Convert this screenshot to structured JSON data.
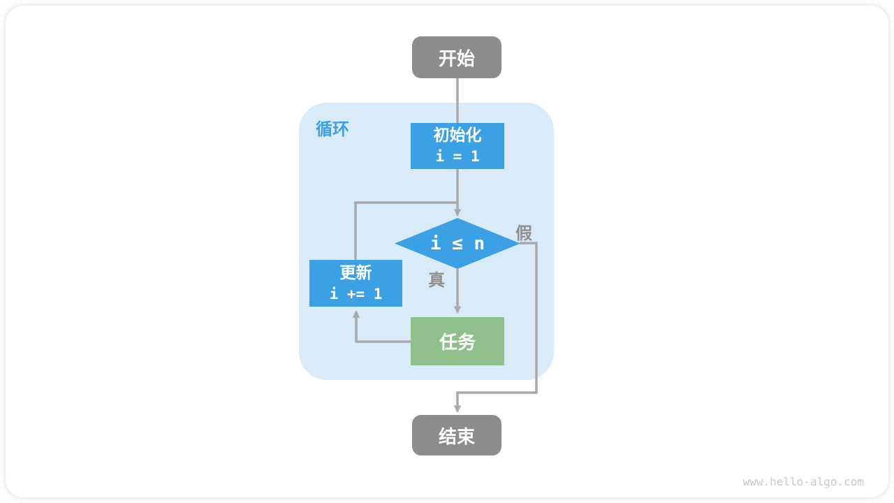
{
  "diagram": {
    "title_region": {
      "label": "循环"
    },
    "nodes": {
      "start": {
        "label": "开始"
      },
      "init": {
        "title": "初始化",
        "code": "i = 1"
      },
      "condition": {
        "code": "i ≤ n"
      },
      "update": {
        "title": "更新",
        "code": "i += 1"
      },
      "task": {
        "label": "任务"
      },
      "end": {
        "label": "结束"
      }
    },
    "branches": {
      "true_label": "真",
      "false_label": "假"
    },
    "colors": {
      "node_gray": "#8C8C8C",
      "node_blue": "#3CA1E4",
      "node_green": "#8FBF8B",
      "region_bg": "#D9EAF8",
      "connector": "#A9A9A9",
      "branch_label": "#8F8F8F",
      "watermark": "#C9C9C9"
    }
  },
  "footer": {
    "watermark": "www.hello-algo.com"
  }
}
